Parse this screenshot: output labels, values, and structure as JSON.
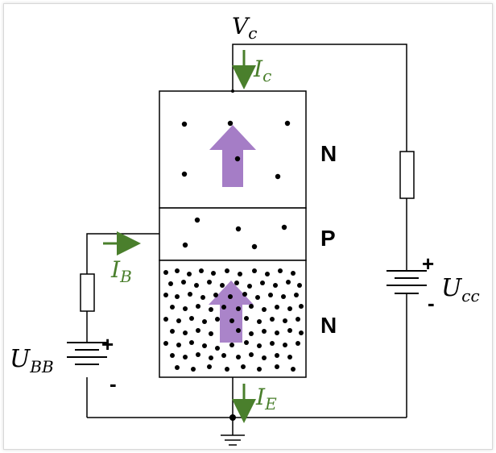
{
  "labels": {
    "vc_main": "V",
    "vc_sub": "c",
    "ic_main": "I",
    "ic_sub": "c",
    "ib_main": "I",
    "ib_sub": "B",
    "ie_main": "I",
    "ie_sub": "E",
    "ubb_main": "U",
    "ubb_sub": "BB",
    "ucc_main": "U",
    "ucc_sub": "cc",
    "region_top": "N",
    "region_mid": "P",
    "region_bottom": "N",
    "plus": "+",
    "minus": "-"
  },
  "colors": {
    "current_arrow": "#4a7f2c",
    "current_label": "#4a7f2c",
    "carrier_arrow": "#9b6fc0",
    "wire": "#000000"
  },
  "icons": {
    "ground": "ground-icon",
    "battery": "battery-icon",
    "resistor": "resistor-icon"
  }
}
